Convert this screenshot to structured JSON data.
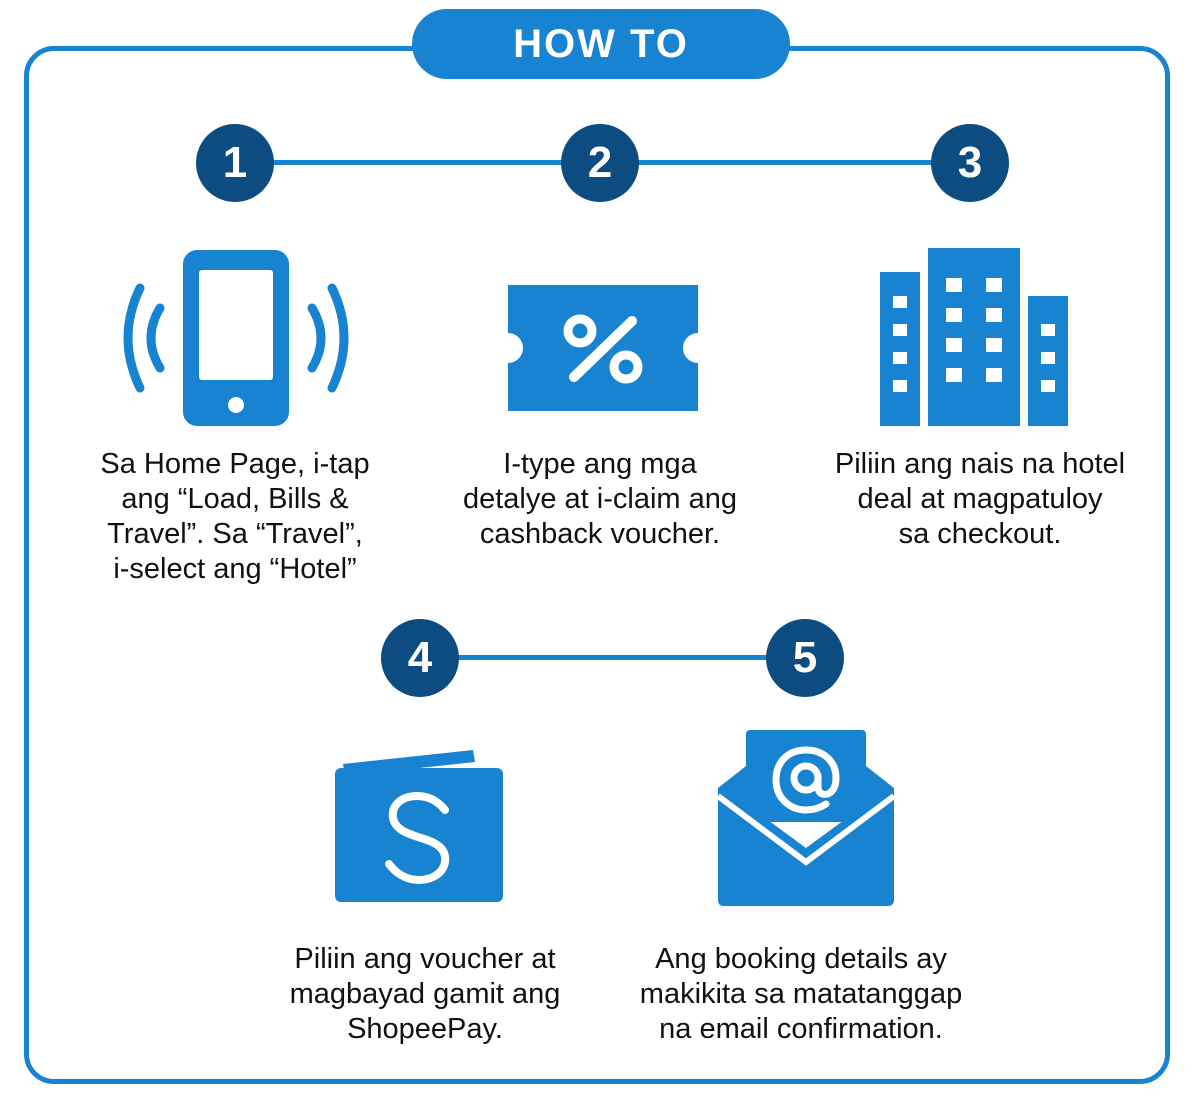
{
  "header": {
    "title": "HOW TO"
  },
  "colors": {
    "accent": "#1883d1",
    "badge": "#0d4c80",
    "text": "#111111"
  },
  "steps": [
    {
      "number": "1",
      "icon": "vibrating-phone-icon",
      "text": [
        "Sa Home Page, i-tap",
        "ang “Load, Bills &",
        "Travel”. Sa “Travel”,",
        "i-select ang “Hotel”"
      ]
    },
    {
      "number": "2",
      "icon": "percent-voucher-icon",
      "text": [
        "I-type ang mga",
        "detalye at i-claim ang",
        "cashback voucher."
      ]
    },
    {
      "number": "3",
      "icon": "hotel-building-icon",
      "text": [
        "Piliin ang nais na hotel",
        "deal at magpatuloy",
        "sa checkout."
      ]
    },
    {
      "number": "4",
      "icon": "shopeepay-wallet-icon",
      "text": [
        "Piliin ang voucher at",
        "magbayad gamit ang",
        "ShopeePay."
      ]
    },
    {
      "number": "5",
      "icon": "email-envelope-icon",
      "text": [
        "Ang booking details ay",
        "makikita sa matatanggap",
        "na email confirmation."
      ]
    }
  ]
}
